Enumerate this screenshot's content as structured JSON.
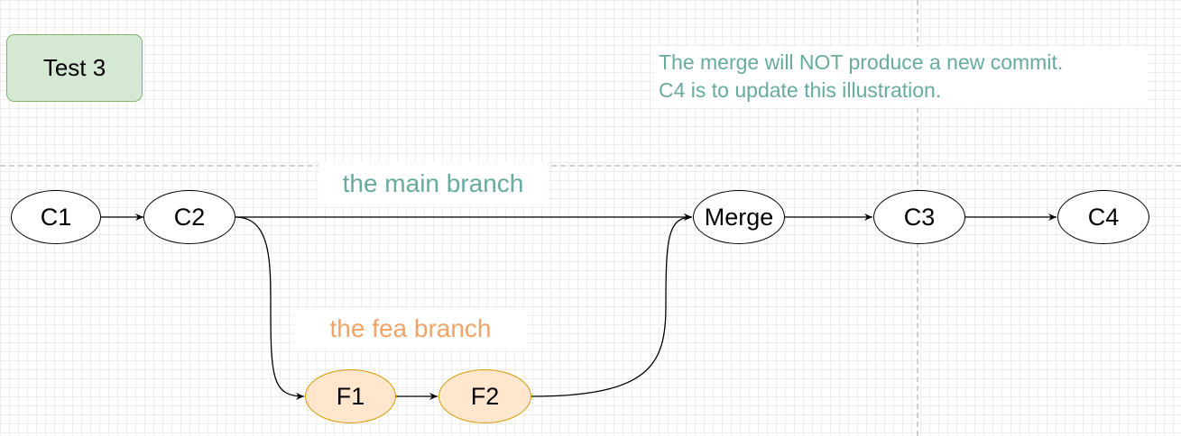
{
  "diagram": {
    "title": "Test 3",
    "note": {
      "line1": "The merge will NOT produce a new commit.",
      "line2": "C4 is to update this illustration."
    },
    "branch_labels": {
      "main": "the main branch",
      "fea": "the fea branch"
    },
    "nodes": {
      "c1": "C1",
      "c2": "C2",
      "merge": "Merge",
      "c3": "C3",
      "c4": "C4",
      "f1": "F1",
      "f2": "F2"
    },
    "edges": [
      {
        "from": "C1",
        "to": "C2"
      },
      {
        "from": "C2",
        "to": "Merge"
      },
      {
        "from": "C2",
        "to": "F1"
      },
      {
        "from": "F1",
        "to": "F2"
      },
      {
        "from": "F2",
        "to": "Merge"
      },
      {
        "from": "Merge",
        "to": "C3"
      },
      {
        "from": "C3",
        "to": "C4"
      }
    ],
    "colors": {
      "title_fill": "#d5e8d4",
      "title_border": "#82b366",
      "note_text": "#67ab9f",
      "main_label": "#67ab9f",
      "fea_label": "#f0a468",
      "fea_node_fill": "#ffe6cc",
      "fea_node_border": "#d79b00"
    }
  }
}
